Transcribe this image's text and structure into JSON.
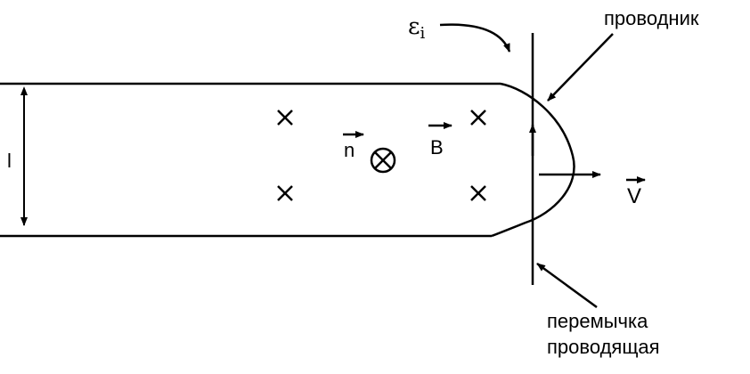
{
  "labels": {
    "emf_symbol": "ε",
    "emf_subscript": "i",
    "conductor": "проводник",
    "jumper_line1": "перемычка",
    "jumper_line2": "проводящая",
    "length": "l",
    "normal": "n",
    "field": "B",
    "velocity": "V"
  },
  "icons": {
    "field_cross": "cross-mark-icon",
    "normal_into_page": "circled-cross-icon"
  },
  "colors": {
    "ink": "#000000",
    "background": "#ffffff"
  }
}
